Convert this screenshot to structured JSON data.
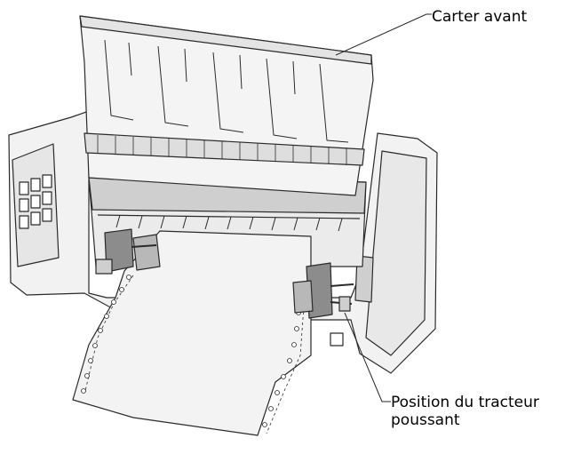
{
  "labels": {
    "front_cover": "Carter avant",
    "tractor_line1": "Position du tracteur",
    "tractor_line2": "poussant"
  },
  "colors": {
    "body": "#f2f2f2",
    "outline": "#2a2a2a",
    "shade": "#cfcfcf",
    "dark": "#8c8c8c",
    "paper": "#ededed"
  }
}
